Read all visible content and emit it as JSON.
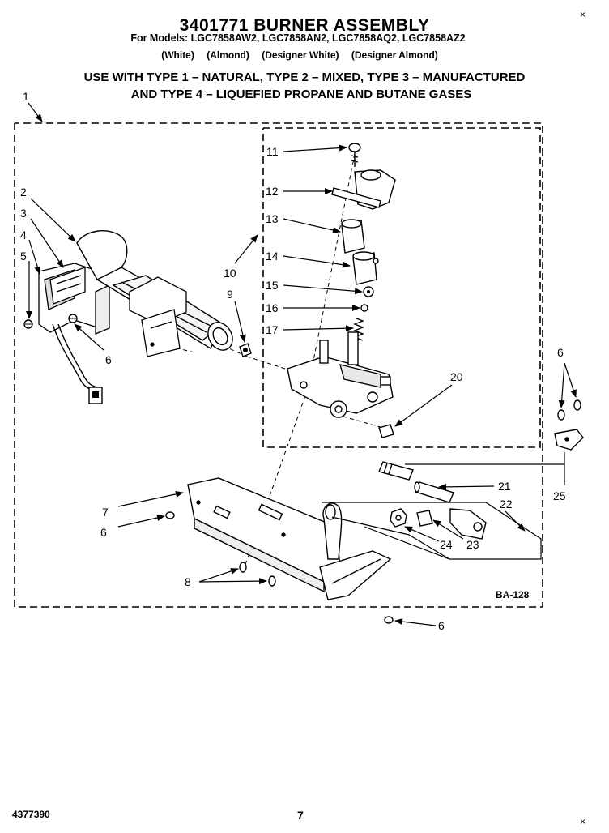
{
  "header": {
    "title": "3401771 BURNER ASSEMBLY",
    "models": "For Models: LGC7858AW2, LGC7858AN2, LGC7858AQ2, LGC7858AZ2",
    "colors": [
      "(White)",
      "(Almond)",
      "(Designer White)",
      "(Designer Almond)"
    ],
    "usage_line1": "USE WITH TYPE 1 – NATURAL, TYPE 2 – MIXED, TYPE 3 – MANUFACTURED",
    "usage_line2": "AND TYPE 4 – LIQUEFIED PROPANE AND BUTANE GASES"
  },
  "callouts": {
    "c1": "1",
    "c2": "2",
    "c3": "3",
    "c4": "4",
    "c5": "5",
    "c6a": "6",
    "c6b": "6",
    "c6c": "6",
    "c6d": "6",
    "c7": "7",
    "c8": "8",
    "c9": "9",
    "c10": "10",
    "c11": "11",
    "c12": "12",
    "c13": "13",
    "c14": "14",
    "c15": "15",
    "c16": "16",
    "c17": "17",
    "c20": "20",
    "c21": "21",
    "c22": "22",
    "c23": "23",
    "c24": "24",
    "c25": "25"
  },
  "diagram_code": "BA-128",
  "footer": {
    "doc_number": "4377390",
    "page_number": "7"
  }
}
